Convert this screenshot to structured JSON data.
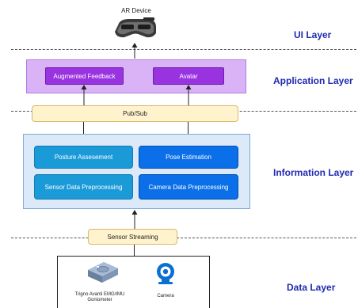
{
  "diagram": {
    "ui_layer": {
      "label": "UI Layer",
      "device_label": "AR Device"
    },
    "application_layer": {
      "label": "Application Layer",
      "nodes": [
        "Augmented Feedback",
        "Avatar"
      ]
    },
    "pubsub": {
      "label": "Pub/Sub"
    },
    "information_layer": {
      "label": "Information Layer",
      "nodes": [
        "Posture Assesement",
        "Pose Estimation",
        "Sensor Data Preprocessing",
        "Camera Data Preprocessing"
      ]
    },
    "sensor_streaming": {
      "label": "Sensor Streaming"
    },
    "data_layer": {
      "label": "Data Layer",
      "devices": [
        "Trigno Avanti EMG/IMU Goniometer",
        "Camera"
      ]
    },
    "colors": {
      "layer_label": "#1f2bb0",
      "application_bg": "#d9b3f5",
      "application_btn": "#9933e0",
      "information_bg": "#dbe9f8",
      "info_cyan": "#1b9ad8",
      "info_blue": "#0a6fe8",
      "bus_fill": "#fff3cd"
    },
    "icons": [
      "ar-headset-icon",
      "emg-sensor-icon",
      "webcam-icon"
    ]
  }
}
